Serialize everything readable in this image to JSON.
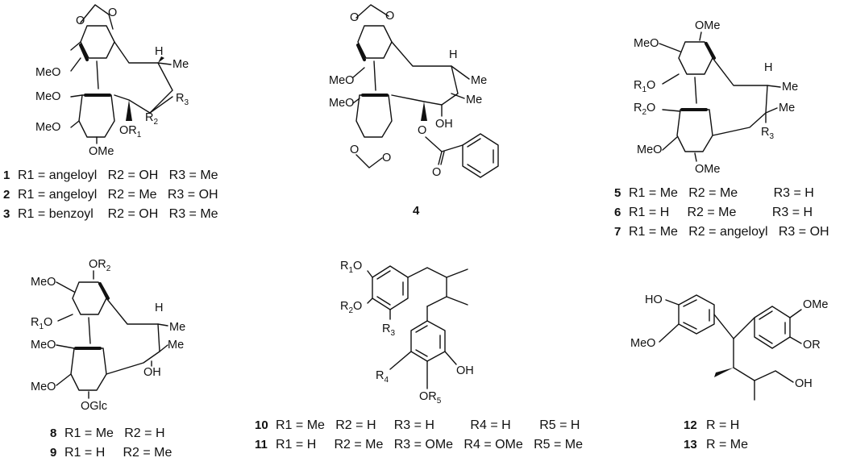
{
  "figure": {
    "atoms": {
      "OMe": "OMe",
      "MeO": "MeO",
      "Me": "Me",
      "OH": "OH",
      "HO": "HO",
      "H": "H",
      "O": "O",
      "OR": "OR",
      "OGlc": "OGlc",
      "R1O": "R1O",
      "R2O": "R2O",
      "OR1": "OR1",
      "OR2": "OR2",
      "OR5": "OR5",
      "R2": "R2",
      "R3": "R3",
      "R4": "R4"
    },
    "compounds": [
      {
        "id": "1",
        "text": "R1 = angeloyl   R2 = OH   R3 = Me"
      },
      {
        "id": "2",
        "text": "R1 = angeloyl   R2 = Me   R3 = OH"
      },
      {
        "id": "3",
        "text": "R1 = benzoyl    R2 = OH   R3 = Me"
      },
      {
        "id": "4",
        "text": ""
      },
      {
        "id": "5",
        "text": "R1 = Me   R2 = Me          R3 = H"
      },
      {
        "id": "6",
        "text": "R1 = H     R2 = Me          R3 = H"
      },
      {
        "id": "7",
        "text": "R1 = Me   R2 = angeloyl   R3 = OH"
      },
      {
        "id": "8",
        "text": "R1 = Me   R2 = H"
      },
      {
        "id": "9",
        "text": "R1 = H     R2 = Me"
      },
      {
        "id": "10",
        "text": "R1 = Me   R2 = H     R3 = H          R4 = H        R5 = H"
      },
      {
        "id": "11",
        "text": "R1 = H     R2 = Me   R3 = OMe   R4 = OMe   R5 = Me"
      },
      {
        "id": "12",
        "text": "R = H"
      },
      {
        "id": "13",
        "text": "R = Me"
      }
    ]
  }
}
